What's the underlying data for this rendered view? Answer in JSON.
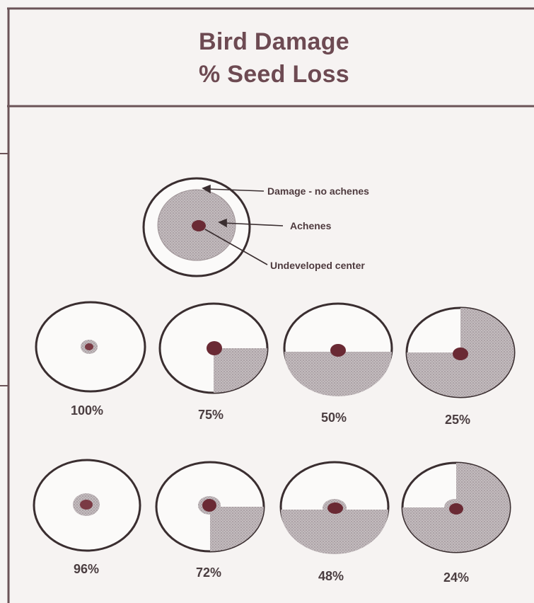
{
  "title": {
    "line1": "Bird Damage",
    "line2": "% Seed Loss"
  },
  "legend": {
    "damage_label": "Damage - no achenes",
    "achenes_label": "Achenes",
    "center_label": "Undeveloped center"
  },
  "examples": [
    {
      "label": "100%",
      "seed_loss_pct": 100
    },
    {
      "label": "75%",
      "seed_loss_pct": 75
    },
    {
      "label": "50%",
      "seed_loss_pct": 50
    },
    {
      "label": "25%",
      "seed_loss_pct": 25
    },
    {
      "label": "96%",
      "seed_loss_pct": 96
    },
    {
      "label": "72%",
      "seed_loss_pct": 72
    },
    {
      "label": "48%",
      "seed_loss_pct": 48
    },
    {
      "label": "24%",
      "seed_loss_pct": 24
    }
  ],
  "colors": {
    "frame": "#6b5357",
    "title": "#6d4a52",
    "achenes_fill": "#bfb7ba",
    "center_dot": "#6a2a34",
    "outline": "#3a2e30"
  }
}
